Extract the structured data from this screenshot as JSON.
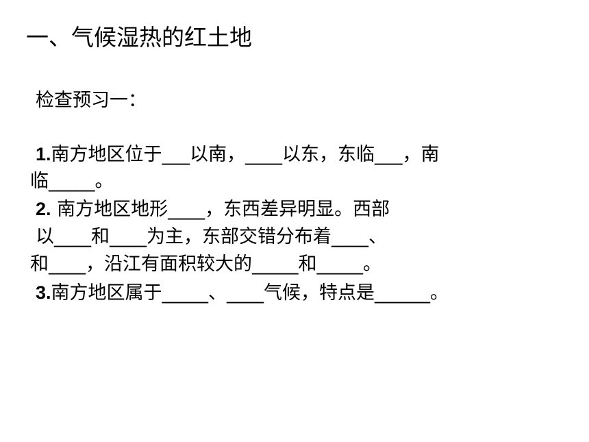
{
  "heading": {
    "title": "一、气候湿热的红土地",
    "subtitle": "检查预习一："
  },
  "questions": {
    "q1": {
      "number": "1.",
      "line1": "南方地区位于___以南，____以东，东临___，南",
      "line2": "临_____。"
    },
    "q2": {
      "number": "2.",
      "line1": " 南方地区地形____，东西差异明显。西部",
      "line2": "以____和____为主，东部交错分布着____、",
      "line3": "和____，沿江有面积较大的_____和_____。"
    },
    "q3": {
      "number": "3.",
      "line1": "南方地区属于_____、____气候，特点是______。"
    }
  }
}
